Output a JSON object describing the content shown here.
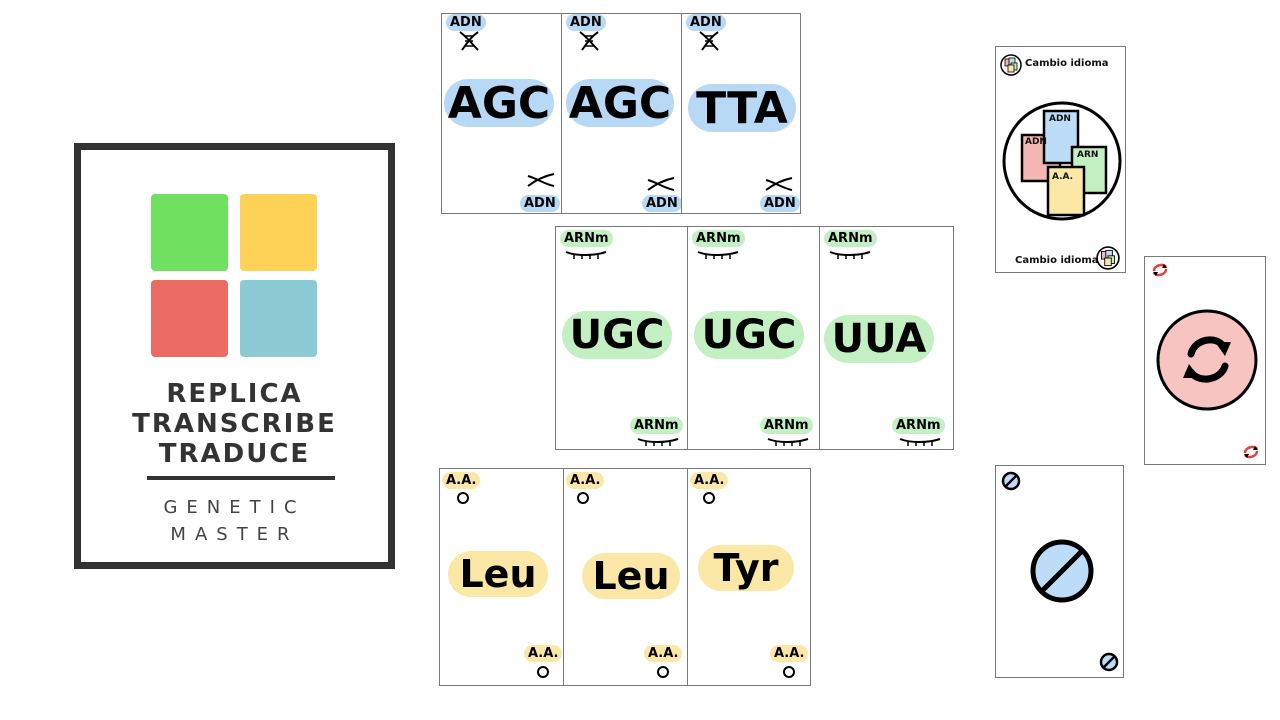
{
  "logo": {
    "title_lines": [
      "REPLICA",
      "TRANSCRIBE",
      "TRADUCE"
    ],
    "subtitle_lines": [
      "GENETIC",
      "MASTER"
    ],
    "squares": [
      "#6fe05f",
      "#fdd257",
      "#eb6a62",
      "#8ccbd4"
    ]
  },
  "colors": {
    "dna": "#b7d9f5",
    "rna": "#c3f0c3",
    "amino": "#fbe7a6",
    "reverse": "#f7c4c2",
    "skip": "#bcdcf7"
  },
  "dna_cards": {
    "tag": "ADN",
    "codons": [
      "AGC",
      "AGC",
      "TTA"
    ]
  },
  "rna_cards": {
    "tag": "ARNm",
    "codons": [
      "UGC",
      "UGC",
      "UUA"
    ]
  },
  "amino_cards": {
    "tag": "A.A.",
    "names": [
      "Leu",
      "Leu",
      "Tyr"
    ]
  },
  "language_card": {
    "label_top": "Cambio idioma",
    "label_bottom": "Cambio idioma",
    "inner_labels": [
      "ADN",
      "ADN",
      "ARN",
      "A.A."
    ]
  },
  "reverse_card": {
    "icon": "reverse-arrows-icon"
  },
  "skip_card": {
    "icon": "skip-icon"
  }
}
